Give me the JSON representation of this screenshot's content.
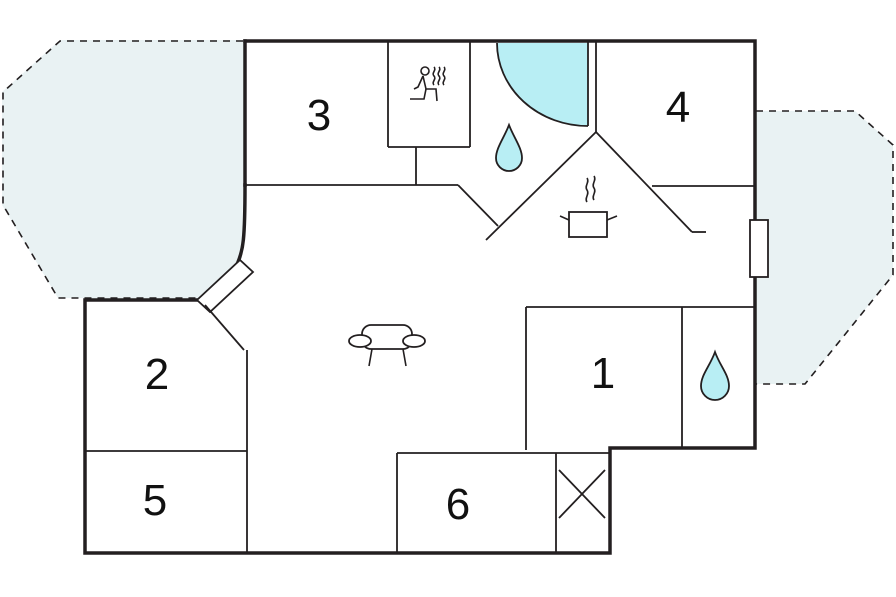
{
  "rooms": [
    {
      "id": "room-1",
      "label": "1"
    },
    {
      "id": "room-2",
      "label": "2"
    },
    {
      "id": "room-3",
      "label": "3"
    },
    {
      "id": "room-4",
      "label": "4"
    },
    {
      "id": "room-5",
      "label": "5"
    },
    {
      "id": "room-6",
      "label": "6"
    }
  ],
  "icons": {
    "sauna": "sauna-icon",
    "water_drop": "water-drop-icon",
    "cooking_pot": "cooking-pot-icon",
    "sofa": "sofa-icon",
    "storage_cross": "storage-cross-icon"
  },
  "colors": {
    "wall": "#231f20",
    "terrace": "#e9f2f3",
    "water": "#b8eef4",
    "background": "#ffffff"
  }
}
